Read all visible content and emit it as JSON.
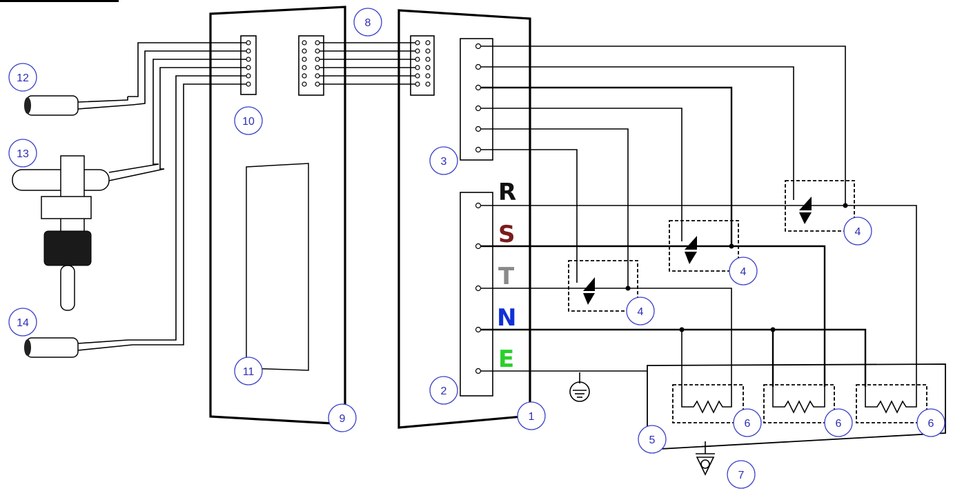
{
  "callouts": [
    {
      "id": "c1",
      "label": "1"
    },
    {
      "id": "c2",
      "label": "2"
    },
    {
      "id": "c3",
      "label": "3"
    },
    {
      "id": "c4a",
      "label": "4"
    },
    {
      "id": "c4b",
      "label": "4"
    },
    {
      "id": "c4c",
      "label": "4"
    },
    {
      "id": "c5",
      "label": "5"
    },
    {
      "id": "c6a",
      "label": "6"
    },
    {
      "id": "c6b",
      "label": "6"
    },
    {
      "id": "c6c",
      "label": "6"
    },
    {
      "id": "c7",
      "label": "7"
    },
    {
      "id": "c8",
      "label": "8"
    },
    {
      "id": "c9",
      "label": "9"
    },
    {
      "id": "c10",
      "label": "10"
    },
    {
      "id": "c11",
      "label": "11"
    },
    {
      "id": "c12",
      "label": "12"
    },
    {
      "id": "c13",
      "label": "13"
    },
    {
      "id": "c14",
      "label": "14"
    }
  ],
  "phases": {
    "R": {
      "label": "R",
      "color": "#111111"
    },
    "S": {
      "label": "S",
      "color": "#7a1c1c"
    },
    "T": {
      "label": "T",
      "color": "#8a8a8a"
    },
    "N": {
      "label": "N",
      "color": "#1030d8"
    },
    "E": {
      "label": "E",
      "color": "#2ad02a"
    }
  }
}
